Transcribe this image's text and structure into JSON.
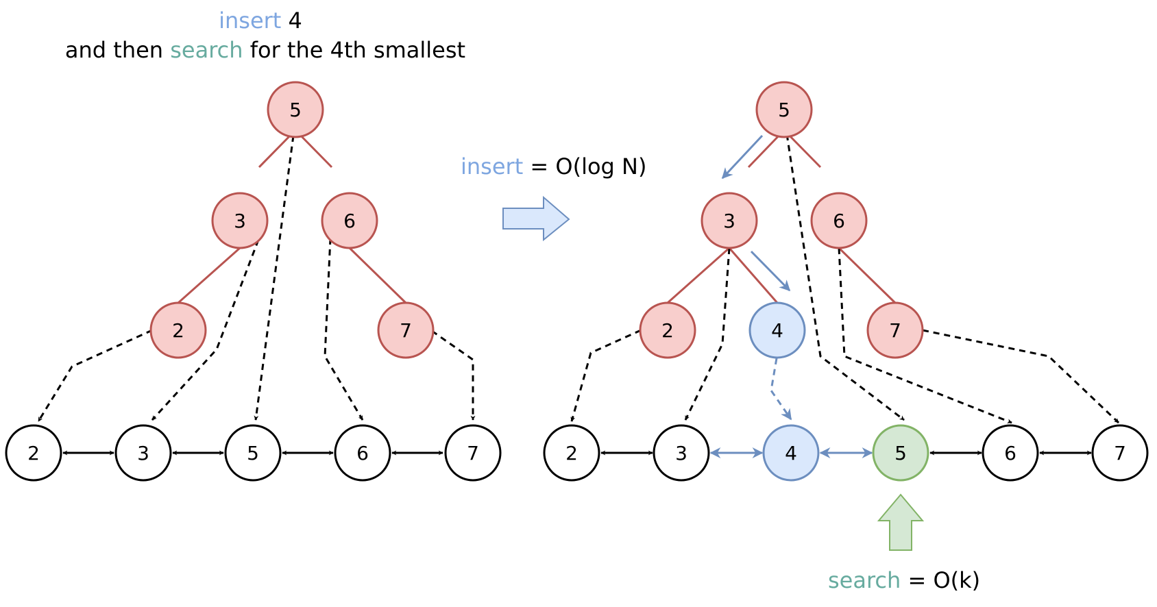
{
  "title": {
    "line1": {
      "keyword": "insert",
      "rest": " 4"
    },
    "line2": {
      "prefix": "and then ",
      "keyword": "search",
      "rest": " for the 4th smallest"
    }
  },
  "insert_cost": {
    "keyword": "insert",
    "rest": " = O(log N)"
  },
  "search_cost": {
    "keyword": "search",
    "rest": " = O(k)"
  },
  "colors": {
    "tree_fill": "#f8cecc",
    "tree_stroke": "#b85450",
    "insert_fill": "#dae8fc",
    "insert_stroke": "#6c8ebf",
    "search_fill": "#d5e8d4",
    "search_stroke": "#82b366",
    "insert_text": "#7ea6e0",
    "search_text": "#67ab9f",
    "black": "#000000"
  },
  "before": {
    "tree": {
      "root": "5",
      "left": "3",
      "right": "6",
      "left_left": "2",
      "right_right": "7"
    },
    "list": [
      "2",
      "3",
      "5",
      "6",
      "7"
    ]
  },
  "after": {
    "tree": {
      "root": "5",
      "left": "3",
      "right": "6",
      "left_left": "2",
      "left_right": "4",
      "right_right": "7"
    },
    "list": [
      "2",
      "3",
      "4",
      "5",
      "6",
      "7"
    ]
  }
}
